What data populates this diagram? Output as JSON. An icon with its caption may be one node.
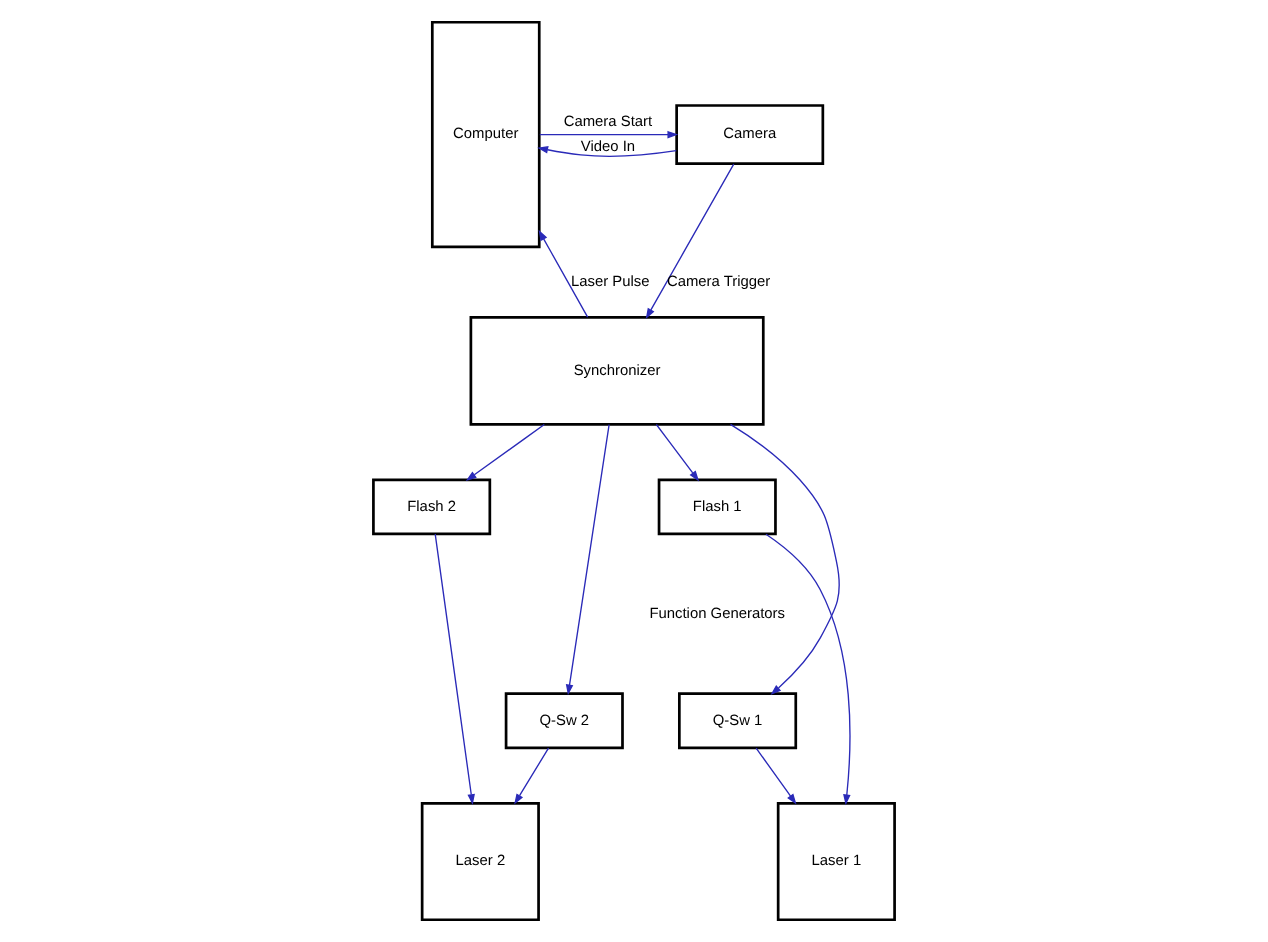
{
  "diagram": {
    "nodes": [
      {
        "text": [
          "Computer"
        ]
      },
      {
        "text": [
          "Camera"
        ]
      },
      {
        "text": [
          "Synchronizer"
        ]
      },
      {
        "text": [
          "Flash 2"
        ]
      },
      {
        "text": [
          "Flash 1"
        ]
      },
      {
        "text": [
          "Laser 2"
        ]
      },
      {
        "text": [
          "Q-Sw 2"
        ]
      },
      {
        "text": [
          "Q-Sw 1"
        ]
      },
      {
        "text": [
          "Laser 1"
        ]
      }
    ],
    "edges": [
      {
        "from": 0,
        "to": 1,
        "arrow": "to",
        "label": "Camera Start"
      },
      {
        "from": 1,
        "to": 0,
        "arrow": "to",
        "label": "Video In"
      },
      {
        "from": 1,
        "to": 2,
        "arrow": "to",
        "label": "Camera Trigger"
      },
      {
        "from": 2,
        "to": 0,
        "arrow": "to",
        "label": "Laser Pulse"
      },
      {
        "from": 2,
        "to": 3,
        "arrow": "to"
      },
      {
        "from": 2,
        "to": 4,
        "arrow": "to"
      },
      {
        "from": 2,
        "to": 6,
        "arrow": "to"
      },
      {
        "from": 2,
        "to": 7,
        "arrow": "to"
      },
      {
        "from": 3,
        "to": 5,
        "arrow": "to"
      },
      {
        "from": 4,
        "to": 8,
        "arrow": "to"
      },
      {
        "from": 6,
        "to": 5,
        "arrow": "to"
      },
      {
        "from": 7,
        "to": 8,
        "arrow": "to"
      }
    ],
    "labels": [
      "Function Generators"
    ]
  }
}
